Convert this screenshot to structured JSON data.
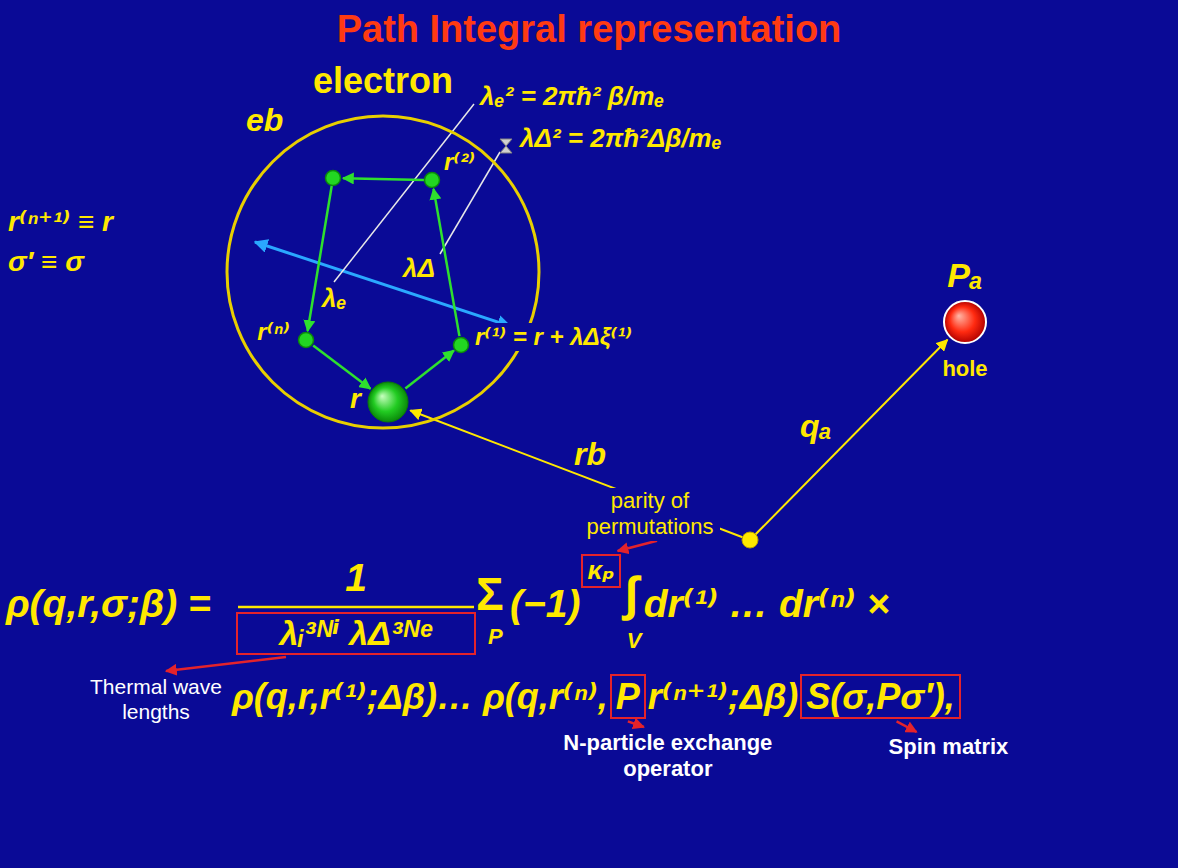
{
  "diagram": {
    "title": "Path Integral representation",
    "nodes": [
      {
        "text": [
          "electron",
          "eb"
        ]
      },
      {
        "text": [
          "r⁽²⁾"
        ],
        "in": 0
      },
      {
        "text": [
          "r⁽ⁿ⁾"
        ],
        "in": 0
      },
      {
        "text": [
          "r⁽¹⁾ = r + λΔξ⁽¹⁾"
        ],
        "in": 0
      },
      {
        "text": [
          "r"
        ],
        "in": 0
      },
      {
        "text": [
          "Pₐ",
          "hole"
        ]
      },
      {
        "text": [
          "λᵢ³ᴺⁱ λΔ³ᴺᵉ"
        ]
      },
      {
        "text": [
          "κₚ"
        ]
      },
      {
        "text": [
          "P"
        ]
      },
      {
        "text": [
          "S(σ,Pσ′),"
        ]
      }
    ],
    "edges": [
      {
        "from": 4,
        "to": 3,
        "arrow": "to"
      },
      {
        "from": 3,
        "to": 1,
        "arrow": "to"
      },
      {
        "from": 2,
        "to": 4,
        "arrow": "to"
      }
    ],
    "labels": [
      "r⁽ⁿ⁺¹⁾ ≡ r",
      "σ′ ≡ σ",
      "λₑ",
      "λΔ",
      "λₑ² = 2πħ² β/mₑ",
      "λΔ² = 2πħ²Δβ/mₑ",
      "qₐ",
      "rb",
      "parity of permutations",
      "ρ(q,r,σ;β) =",
      "1",
      "Σ",
      "P",
      "(−1)",
      "∫",
      "V",
      "dr⁽¹⁾ … dr⁽ⁿ⁾ ×",
      "ρ(q,r,r⁽¹⁾;Δβ)… ρ(q,r⁽ⁿ⁾,",
      "r⁽ⁿ⁺¹⁾;Δβ)",
      "Thermal wave lengths",
      "N-particle exchange operator",
      "Spin matrix"
    ]
  }
}
